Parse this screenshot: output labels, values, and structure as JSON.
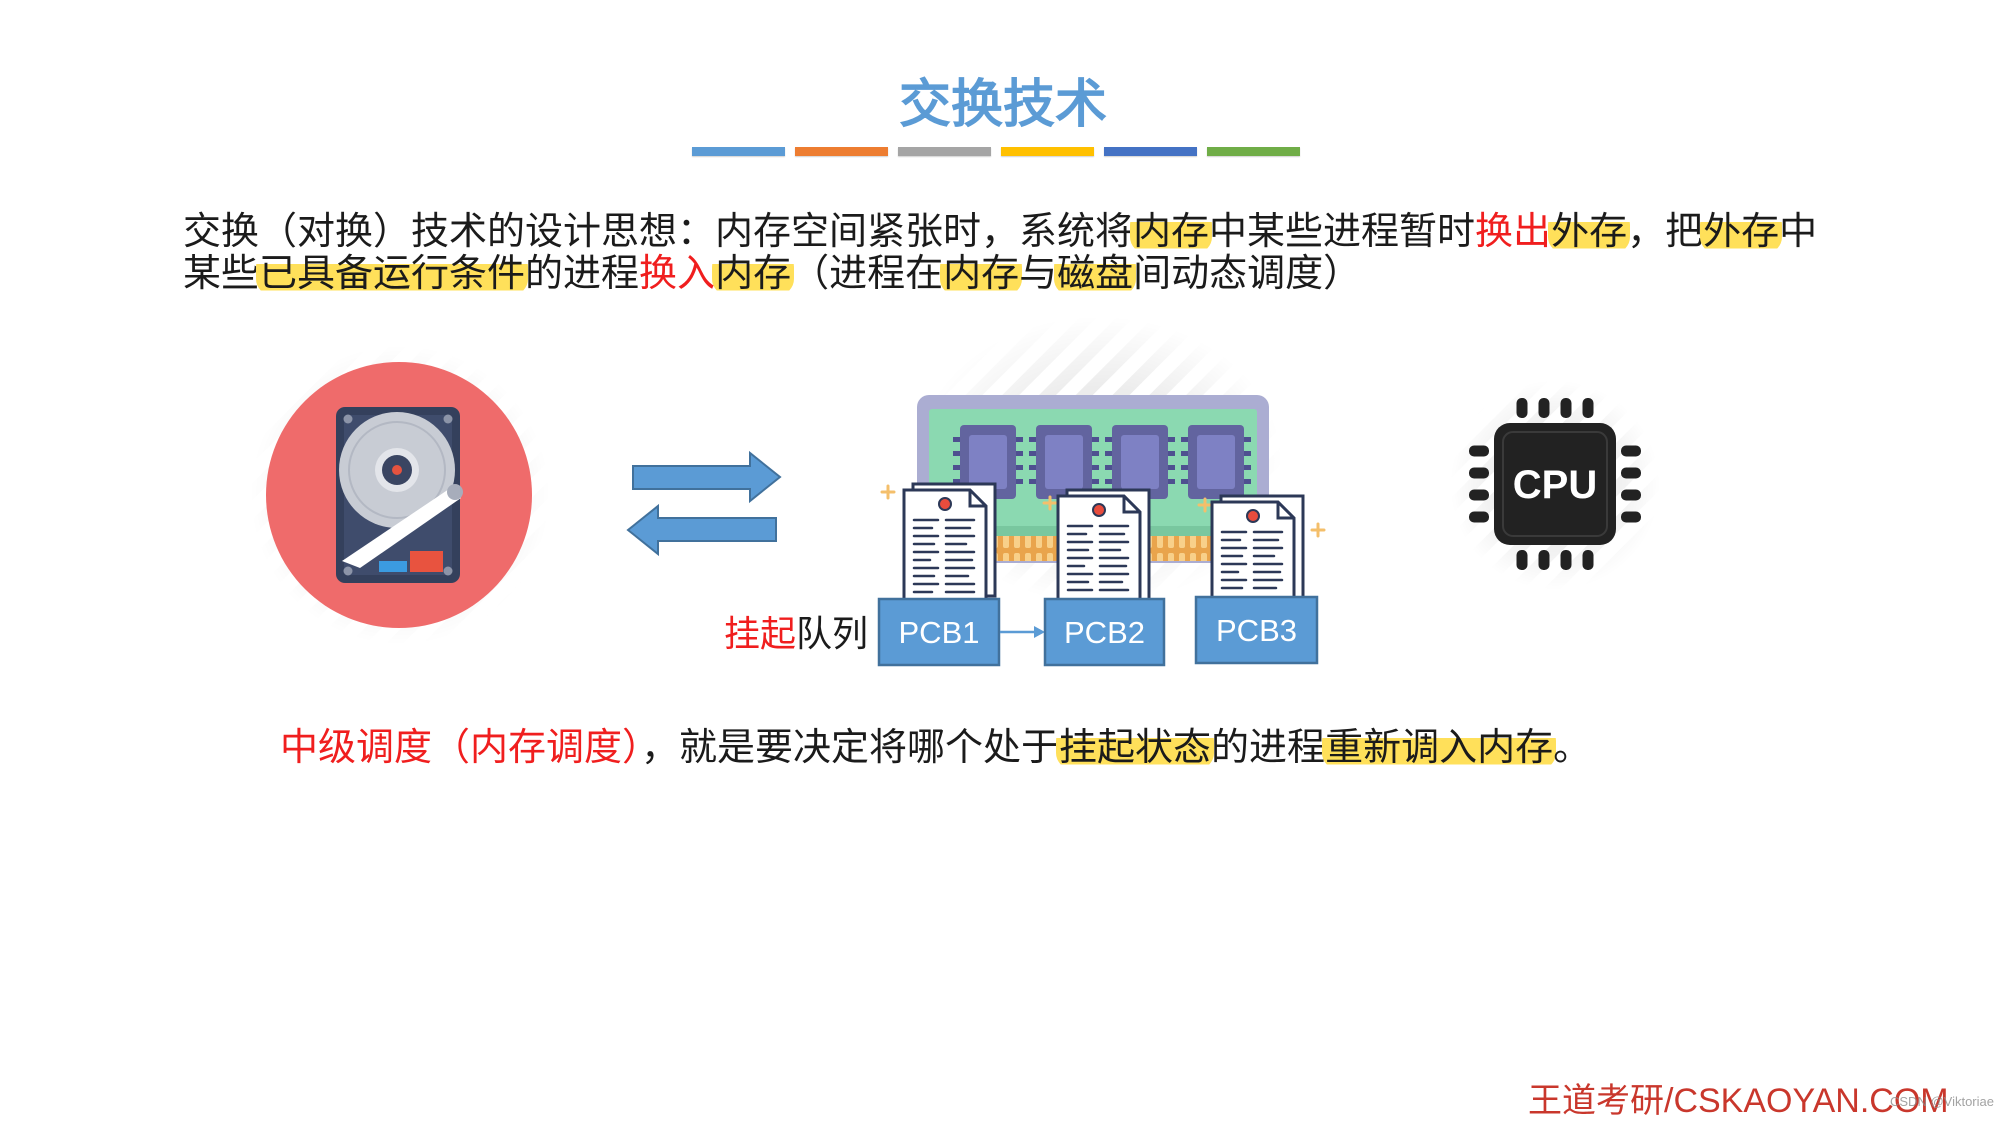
{
  "slide": {
    "title": "交换技术",
    "title_underline_colors": [
      "#5B9BD5",
      "#ED7D31",
      "#A5A5A5",
      "#FFC000",
      "#4472C4",
      "#70AD47"
    ]
  },
  "intro": {
    "line_1": [
      "交换（对换）技术的设计思想：内存空间紧张时，系统将",
      "内存",
      "中某些进程暂时",
      "换出",
      "外存",
      "，把",
      "外存",
      "中"
    ],
    "line_2": [
      "某些",
      "已具备运行条件",
      "的进程",
      "换入",
      "内存",
      "（进程在",
      "内存",
      "与",
      "磁盘",
      "间动态调度）"
    ]
  },
  "diagram": {
    "icons": {
      "storage": "hard-disk-icon",
      "transfer": "swap-arrows-icon",
      "memory": "ram-module-icon",
      "pcb": "document-icon",
      "processor": "cpu-chip-icon"
    },
    "suspend_queue": {
      "label_highlight": "挂起",
      "label_rest": "队列",
      "pcbs": [
        "PCB1",
        "PCB2",
        "PCB3"
      ]
    },
    "cpu_label": "CPU"
  },
  "note": {
    "segments": [
      "中级调度（内存调度）",
      "，就是要决定将哪个处于",
      "挂起状态",
      "的进程",
      "重新调入内存",
      "。"
    ]
  },
  "footer": {
    "brand": "王道考研/CSKAOYAN.COM",
    "watermark": "CSDN @Viktoriae"
  },
  "colors": {
    "title_blue": "#5B9BD5",
    "emphasis_red": "#F01E1E",
    "highlight_yellow": "#FFE05A",
    "pcb_fill": "#5B9BD5",
    "pcb_border": "#41719C",
    "disk_circle": "#EF6B6B",
    "cpu_body": "#222222",
    "brand_red": "#C9372C"
  }
}
